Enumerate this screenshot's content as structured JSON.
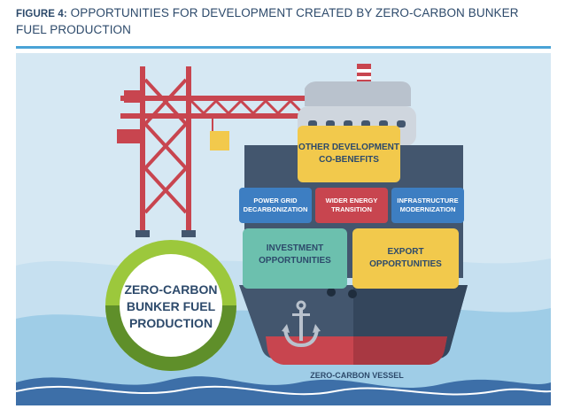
{
  "figure": {
    "label": "FIGURE 4:",
    "title": "OPPORTUNITIES FOR DEVELOPMENT CREATED BY ZERO-CARBON BUNKER FUEL PRODUCTION"
  },
  "diagram": {
    "circle_label": "ZERO-CARBON BUNKER FUEL PRODUCTION",
    "containers": {
      "other": "OTHER DEVELOPMENT CO-BENEFITS",
      "power_grid": "POWER GRID DECARBONIZATION",
      "wider_energy": "WIDER ENERGY TRANSITION",
      "infrastructure": "INFRASTRUCTURE MODERNIZATION",
      "investment": "INVESTMENT OPPORTUNITIES",
      "export": "EXPORT OPPORTUNITIES"
    },
    "vessel_label": "ZERO-CARBON VESSEL"
  },
  "colors": {
    "title": "#2d4a6b",
    "rule": "#4aa3d6",
    "background": "#d6e8f3",
    "crane": "#c8454f",
    "yellow": "#f2c94c",
    "blue": "#3d7ec2",
    "red": "#c8454f",
    "teal": "#6cc0ae",
    "green_light": "#9cc83c",
    "green_dark": "#5f8f2a",
    "hull": "#43566e"
  }
}
